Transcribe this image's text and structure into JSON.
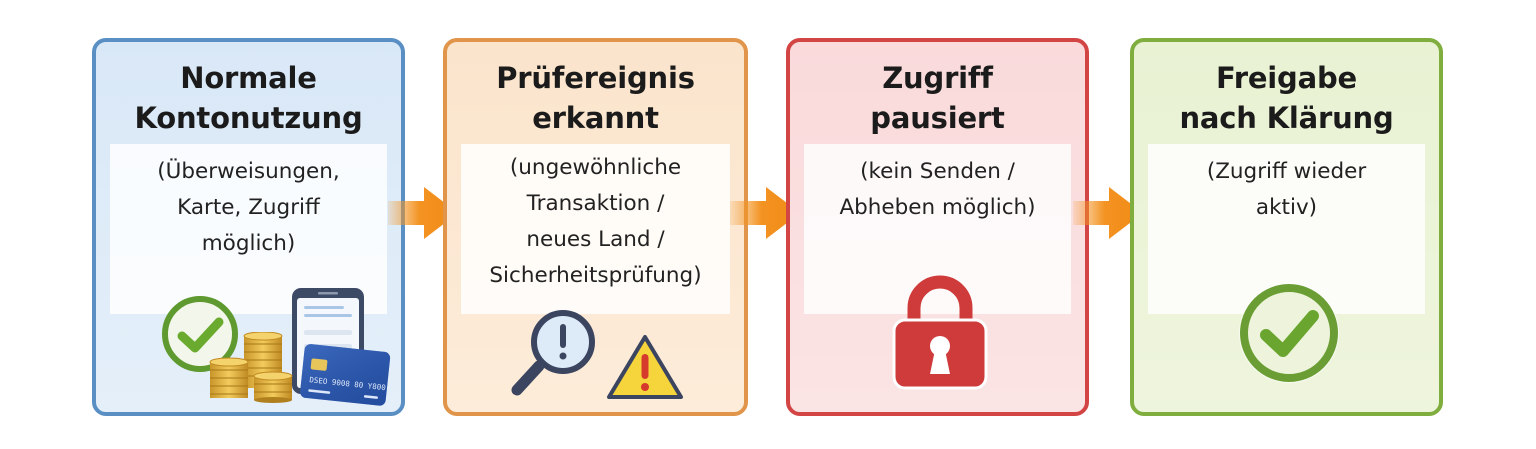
{
  "diagram": {
    "type": "process-flow",
    "direction": "left-to-right",
    "arrow_color": "#f39322",
    "steps": [
      {
        "title_lines": [
          "Normale",
          "Kontonutzung"
        ],
        "desc_lines": [
          "(Überweisungen,",
          "Karte, Zugriff",
          "möglich)"
        ],
        "border_color": "#5a8fc4",
        "icons": [
          "check-circle-icon",
          "coins-icon",
          "smartphone-icon",
          "credit-card-icon"
        ]
      },
      {
        "title_lines": [
          "Prüfereignis",
          "erkannt"
        ],
        "desc_lines": [
          "(ungewöhnliche",
          "Transaktion /",
          "neues Land /",
          "Sicherheitsprüfung)"
        ],
        "border_color": "#e0954a",
        "icons": [
          "magnifier-alert-icon",
          "warning-triangle-icon"
        ]
      },
      {
        "title_lines": [
          "Zugriff",
          "pausiert"
        ],
        "desc_lines": [
          "(kein Senden /",
          "Abheben möglich)"
        ],
        "border_color": "#d34545",
        "icons": [
          "padlock-icon"
        ]
      },
      {
        "title_lines": [
          "Freigabe",
          "nach Klärung"
        ],
        "desc_lines": [
          "(Zugriff wieder",
          "aktiv)"
        ],
        "border_color": "#7fae3e",
        "icons": [
          "check-circle-icon"
        ]
      }
    ]
  }
}
